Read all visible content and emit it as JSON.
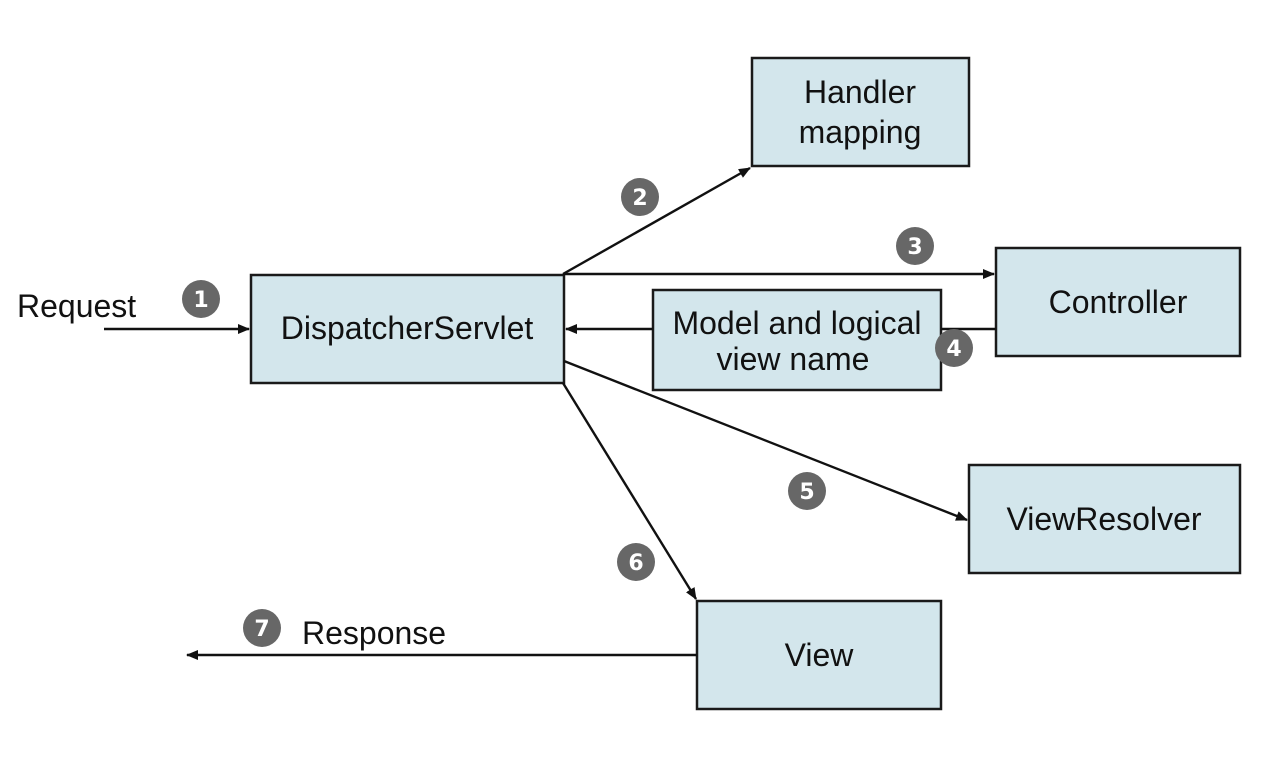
{
  "nodes": {
    "dispatcher": "DispatcherServlet",
    "handler_mapping": [
      "Handler",
      "mapping"
    ],
    "controller": "Controller",
    "model_view": [
      "Model and logical",
      "view name"
    ],
    "view_resolver": "ViewResolver",
    "view": "View"
  },
  "labels": {
    "request": "Request",
    "response": "Response"
  },
  "steps": [
    "1",
    "2",
    "3",
    "4",
    "5",
    "6",
    "7"
  ]
}
